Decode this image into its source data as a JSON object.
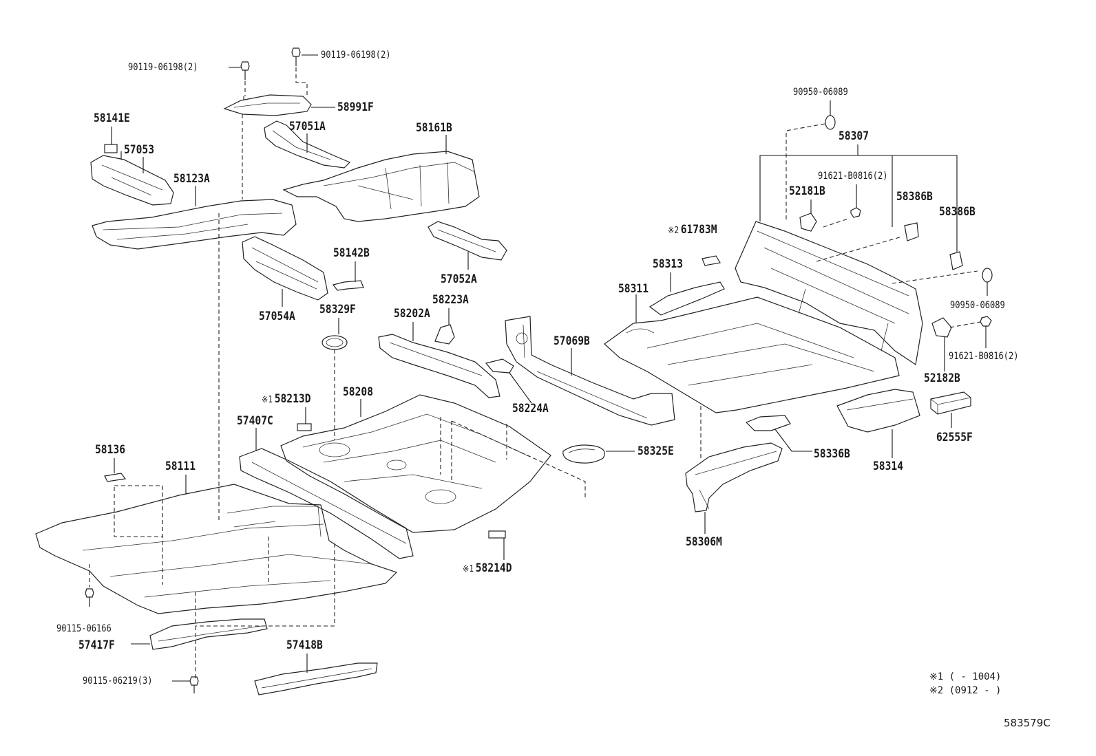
{
  "parts": {
    "p90119_a": "90119-06198(2)",
    "p90119_b": "90119-06198(2)",
    "p58991F": "58991F",
    "p58141E": "58141E",
    "p57053": "57053",
    "p57051A": "57051A",
    "p58161B": "58161B",
    "p58123A": "58123A",
    "p58142B": "58142B",
    "p57052A": "57052A",
    "p57054A": "57054A",
    "p58329F": "58329F",
    "p58223A": "58223A",
    "p58202A": "58202A",
    "p58213D": "58213D",
    "p58208": "58208",
    "p57407C": "57407C",
    "p58224A": "58224A",
    "p57069B": "57069B",
    "p58136": "58136",
    "p58111": "58111",
    "p58325E": "58325E",
    "p58214D": "58214D",
    "p90115_06166": "90115-06166",
    "p57417F": "57417F",
    "p57418B": "57418B",
    "p90115_06219": "90115-06219(3)",
    "p90950_a": "90950-06089",
    "p58307": "58307",
    "p91621_a": "91621-B0816(2)",
    "p52181B": "52181B",
    "p58386B_a": "58386B",
    "p58386B_b": "58386B",
    "p61783M": "61783M",
    "p58313": "58313",
    "p58311": "58311",
    "p90950_b": "90950-06089",
    "p91621_b": "91621-B0816(2)",
    "p52182B": "52182B",
    "p62555F": "62555F",
    "p58336B": "58336B",
    "p58314": "58314",
    "p58306M": "58306M"
  },
  "marks": {
    "m1": "※1",
    "m2": "※2"
  },
  "notes": {
    "note1": "※1 (      - 1004)",
    "note2": "※2 (0912 -      )"
  },
  "figure_code": "583579C"
}
